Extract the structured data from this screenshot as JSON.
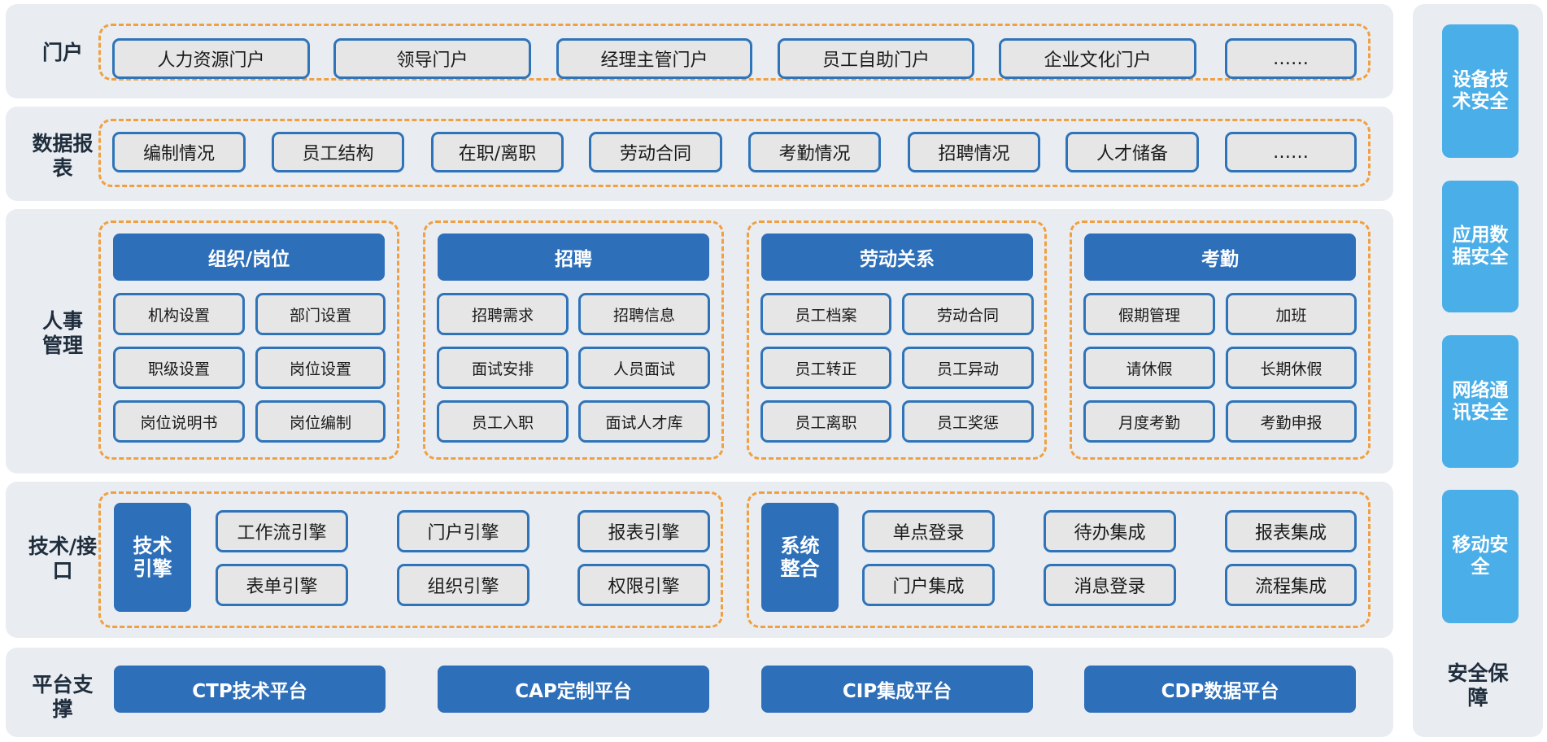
{
  "rows": {
    "portal": {
      "label": "门户",
      "items": [
        "人力资源门户",
        "领导门户",
        "经理主管门户",
        "员工自助门户",
        "企业文化门户",
        "……"
      ]
    },
    "reports": {
      "label": "数据报\n表",
      "items": [
        "编制情况",
        "员工结构",
        "在职/离职",
        "劳动合同",
        "考勤情况",
        "招聘情况",
        "人才储备",
        "……"
      ]
    },
    "hr": {
      "label": "人事\n管理",
      "groups": [
        {
          "title": "组织/岗位",
          "items": [
            "机构设置",
            "部门设置",
            "职级设置",
            "岗位设置",
            "岗位说明书",
            "岗位编制"
          ]
        },
        {
          "title": "招聘",
          "items": [
            "招聘需求",
            "招聘信息",
            "面试安排",
            "人员面试",
            "员工入职",
            "面试人才库"
          ]
        },
        {
          "title": "劳动关系",
          "items": [
            "员工档案",
            "劳动合同",
            "员工转正",
            "员工异动",
            "员工离职",
            "员工奖惩"
          ]
        },
        {
          "title": "考勤",
          "items": [
            "假期管理",
            "加班",
            "请休假",
            "长期休假",
            "月度考勤",
            "考勤申报"
          ]
        }
      ]
    },
    "tech": {
      "label": "技术/接\n口",
      "groups": [
        {
          "title": "技术\n引擎",
          "items": [
            "工作流引擎",
            "门户引擎",
            "报表引擎",
            "表单引擎",
            "组织引擎",
            "权限引擎"
          ]
        },
        {
          "title": "系统\n整合",
          "items": [
            "单点登录",
            "待办集成",
            "报表集成",
            "门户集成",
            "消息登录",
            "流程集成"
          ]
        }
      ]
    },
    "platform": {
      "label": "平台支\n撑",
      "items": [
        "CTP技术平台",
        "CAP定制平台",
        "CIP集成平台",
        "CDP数据平台"
      ]
    }
  },
  "security": {
    "label": "安全保\n障",
    "items": [
      "设备技\n术安全",
      "应用数\n据安全",
      "网络通\n讯安全",
      "移动安\n全"
    ]
  },
  "colors": {
    "band_bg": "#e9edf2",
    "dashed_border": "#f0a040",
    "chip_border": "#2f74b9",
    "header_blue": "#2e6fba",
    "security_blue": "#4aaee8"
  }
}
